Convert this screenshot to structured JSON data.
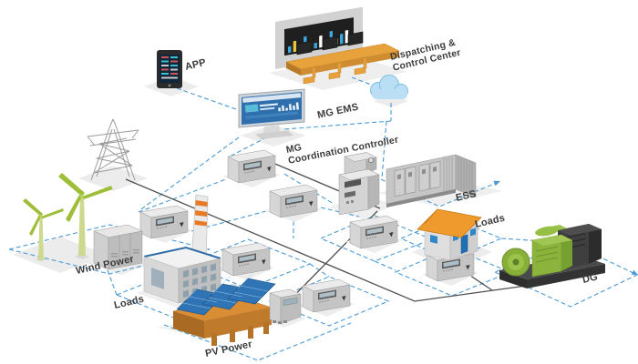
{
  "labels": {
    "app": "APP",
    "dispatch_line1": "Dispatching &",
    "dispatch_line2": "Control Center",
    "mg_ems": "MG EMS",
    "mgcc_line1": "MG",
    "mgcc_line2": "Coordination Controller",
    "ess": "ESS",
    "loads_house": "Loads",
    "loads_factory": "Loads",
    "wind_power": "Wind Power",
    "pv_power": "PV Power",
    "dg": "DG"
  },
  "colors": {
    "background": "#ffffff",
    "comm_link_dashed": "#4a9ad4",
    "power_line_solid": "#4f4f4f",
    "label_text": "#3b3b3b",
    "platform_gray": "#ececec",
    "device_gray": "#c6c6c6",
    "accent_orange": "#e8a23c",
    "roof_orange": "#ef9a2c",
    "pv_structure_orange": "#c07a2c",
    "solar_panel_blue": "#2f74b5",
    "generator_green": "#8cb43c",
    "turbine_green": "#9ebe3a",
    "cloud_blue": "#badef4",
    "screen_blue": "#2f6fad"
  },
  "nodes": [
    {
      "id": "app",
      "name": "mobile-app-phone",
      "type": "device",
      "label": "APP"
    },
    {
      "id": "control-center",
      "name": "dispatching-control-center",
      "type": "facility",
      "label": "Dispatching & Control Center"
    },
    {
      "id": "cloud",
      "name": "cloud-link",
      "type": "network",
      "label": ""
    },
    {
      "id": "mg-ems",
      "name": "mg-ems-workstation",
      "type": "device",
      "label": "MG EMS"
    },
    {
      "id": "tower",
      "name": "transmission-tower",
      "type": "grid",
      "label": ""
    },
    {
      "id": "mgcc",
      "name": "mg-coordination-controller",
      "type": "controller",
      "label": "MG Coordination Controller"
    },
    {
      "id": "pcs",
      "name": "pcs-cabinet",
      "type": "device",
      "label": ""
    },
    {
      "id": "ess",
      "name": "ess-battery-container",
      "type": "storage",
      "label": "ESS"
    },
    {
      "id": "wind",
      "name": "wind-turbines",
      "type": "generation",
      "label": "Wind Power"
    },
    {
      "id": "wind-cabinet",
      "name": "wind-converter-cabinet",
      "type": "device",
      "label": ""
    },
    {
      "id": "factory",
      "name": "factory-load",
      "type": "load",
      "label": "Loads"
    },
    {
      "id": "pv",
      "name": "pv-solar-carport",
      "type": "generation",
      "label": "PV Power"
    },
    {
      "id": "pv-meter",
      "name": "pv-meter-box",
      "type": "device",
      "label": ""
    },
    {
      "id": "house",
      "name": "house-load",
      "type": "load",
      "label": "Loads"
    },
    {
      "id": "dg",
      "name": "diesel-generator",
      "type": "generation",
      "label": "DG"
    },
    {
      "id": "local-controllers",
      "name": "local-controller-units",
      "type": "controller",
      "label": ""
    }
  ]
}
